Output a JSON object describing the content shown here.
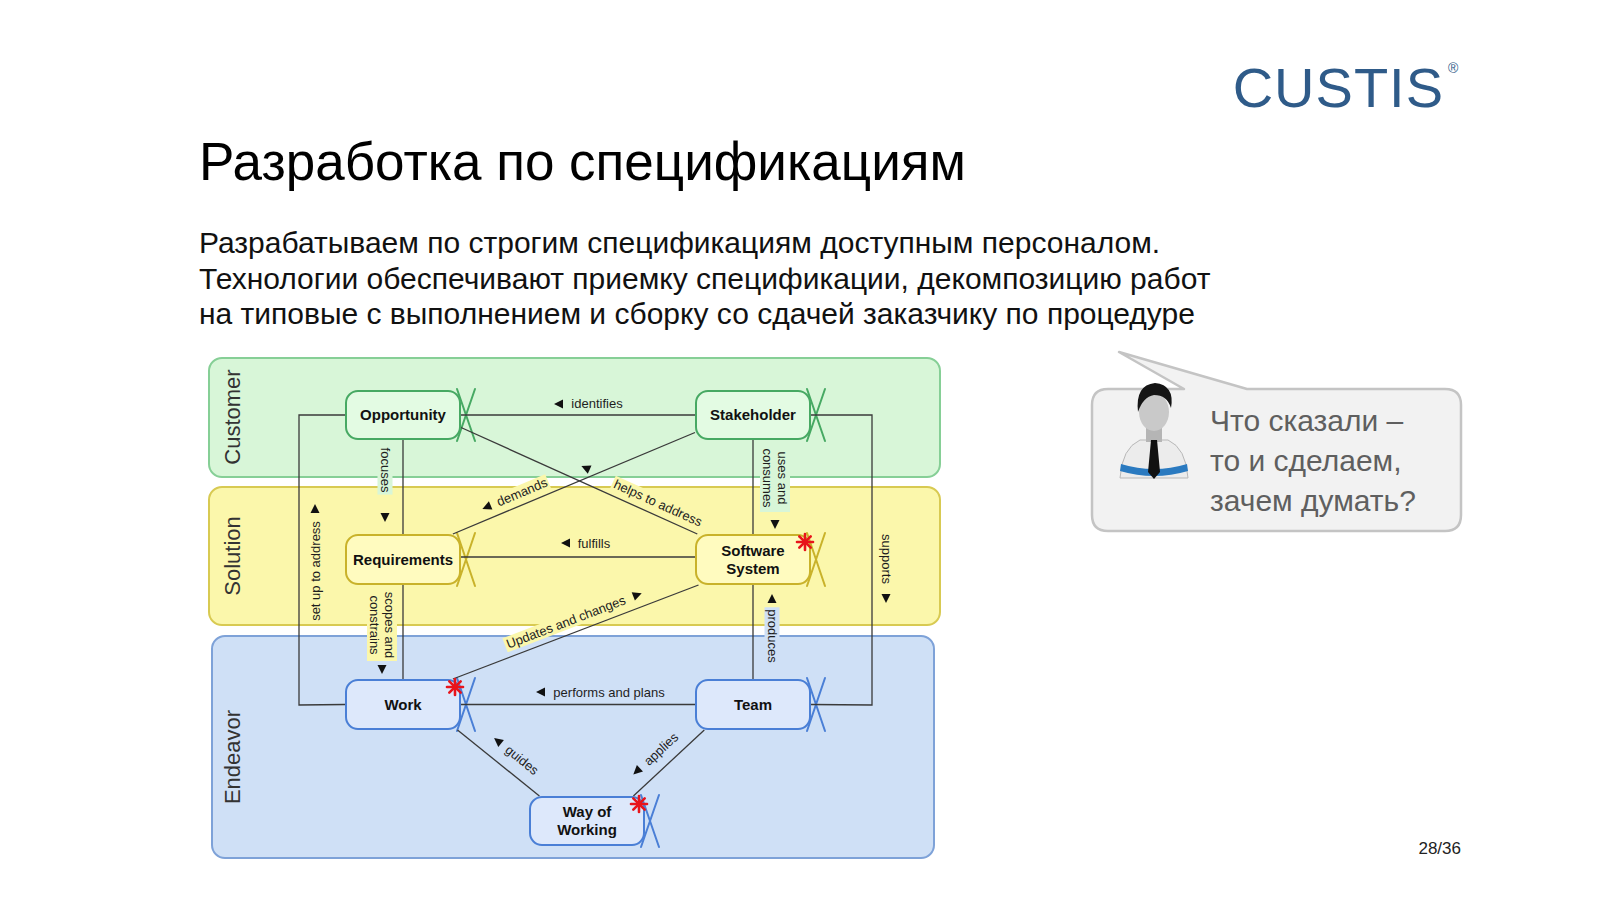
{
  "diagram": {
    "title": "Разработка по спецификациям",
    "nodes": [
      {
        "text": [
          "Customer"
        ]
      },
      {
        "text": [
          "Opportunity"
        ],
        "in": 0
      },
      {
        "text": [
          "Stakeholder"
        ],
        "in": 0
      },
      {
        "text": [
          "Solution"
        ]
      },
      {
        "text": [
          "Requirements"
        ],
        "in": 3
      },
      {
        "text": [
          "Software System"
        ],
        "in": 3
      },
      {
        "text": [
          "Endeavor"
        ]
      },
      {
        "text": [
          "Work"
        ],
        "in": 6
      },
      {
        "text": [
          "Team"
        ],
        "in": 6
      },
      {
        "text": [
          "Way of Working"
        ],
        "in": 6
      },
      {
        "text": [
          "Что сказали – то и сделаем, зачем думать?"
        ]
      }
    ],
    "edges": [
      {
        "from": 2,
        "to": 1,
        "arrow": "none",
        "label": "identifies"
      },
      {
        "from": 1,
        "to": 4,
        "arrow": "none",
        "label": "focuses"
      },
      {
        "from": 2,
        "to": 4,
        "arrow": "none",
        "label": "demands"
      },
      {
        "from": 5,
        "to": 1,
        "arrow": "none",
        "label": "helps to address"
      },
      {
        "from": 2,
        "to": 5,
        "arrow": "none",
        "label": "uses and consumes"
      },
      {
        "from": 5,
        "to": 4,
        "arrow": "none",
        "label": "fulfills"
      },
      {
        "from": 2,
        "to": 8,
        "arrow": "none",
        "label": "supports"
      },
      {
        "from": 7,
        "to": 1,
        "arrow": "none",
        "label": "set up to address"
      },
      {
        "from": 4,
        "to": 7,
        "arrow": "none",
        "label": "scopes and constrains"
      },
      {
        "from": 7,
        "to": 5,
        "arrow": "none",
        "label": "Updates and changes"
      },
      {
        "from": 8,
        "to": 5,
        "arrow": "none",
        "label": "produces"
      },
      {
        "from": 8,
        "to": 7,
        "arrow": "none",
        "label": "performs and plans"
      },
      {
        "from": 9,
        "to": 7,
        "arrow": "none",
        "label": "guides"
      },
      {
        "from": 8,
        "to": 9,
        "arrow": "none",
        "label": "applies"
      }
    ],
    "labels": [
      "CUSTIS",
      "®",
      "Разрабатываем по строгим спецификациям доступным персоналом.",
      "Технологии обеспечивают приемку спецификации, декомпозицию работ на типовые с выполнением и сборку со сдачей заказчику по процедуре",
      "28/36"
    ]
  }
}
